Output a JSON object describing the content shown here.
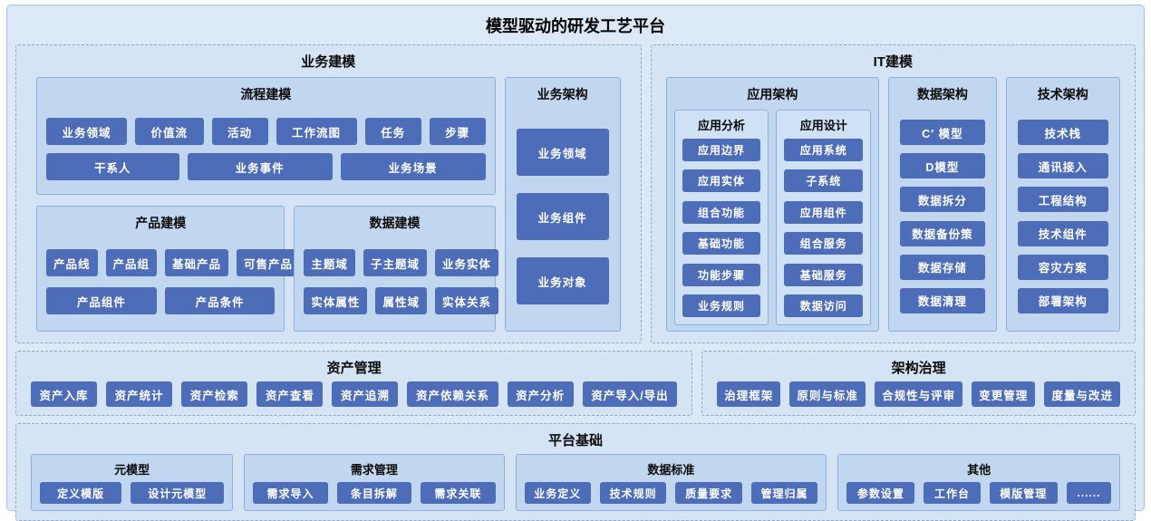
{
  "title": "模型驱动的研发工艺平台",
  "palette": {
    "block": "#4d6db8",
    "block_text": "#ffffff",
    "section_bg": "#d5e4f4",
    "group_bg": "#c1d7ef",
    "outer_bg": "#dbe9f7",
    "border": "#8ab0dd"
  },
  "business": {
    "title": "业务建模",
    "process": {
      "title": "流程建模",
      "r1": [
        "业务领域",
        "价值流",
        "活动",
        "工作流图",
        "任务",
        "步骤"
      ],
      "r2": [
        "干系人",
        "业务事件",
        "业务场景"
      ]
    },
    "product": {
      "title": "产品建模",
      "r1": [
        "产品线",
        "产品组",
        "基础产品",
        "可售产品"
      ],
      "r2": [
        "产品组件",
        "产品条件"
      ]
    },
    "datamodel": {
      "title": "数据建模",
      "r1": [
        "主题域",
        "子主题域",
        "业务实体"
      ],
      "r2": [
        "实体属性",
        "属性域",
        "实体关系"
      ]
    },
    "bizarch": {
      "title": "业务架构",
      "items": [
        "业务领域",
        "业务组件",
        "业务对象"
      ]
    }
  },
  "it": {
    "title": "IT建模",
    "apparch": {
      "title": "应用架构",
      "analysis": {
        "title": "应用分析",
        "items": [
          "应用边界",
          "应用实体",
          "组合功能",
          "基础功能",
          "功能步骤",
          "业务规则"
        ]
      },
      "design": {
        "title": "应用设计",
        "items": [
          "应用系统",
          "子系统",
          "应用组件",
          "组合服务",
          "基础服务",
          "数据访问"
        ]
      }
    },
    "dataarch": {
      "title": "数据架构",
      "items": [
        "C′ 模型",
        "D模型",
        "数据拆分",
        "数据备份策",
        "数据存储",
        "数据清理"
      ]
    },
    "techarch": {
      "title": "技术架构",
      "items": [
        "技术栈",
        "通讯接入",
        "工程结构",
        "技术组件",
        "容灾方案",
        "部署架构"
      ]
    }
  },
  "asset": {
    "title": "资产管理",
    "items": [
      "资产入库",
      "资产统计",
      "资产检索",
      "资产查看",
      "资产追溯",
      "资产依赖关系",
      "资产分析",
      "资产导入/导出"
    ]
  },
  "governance": {
    "title": "架构治理",
    "items": [
      "治理框架",
      "原则与标准",
      "合规性与评审",
      "变更管理",
      "度量与改进"
    ]
  },
  "base": {
    "title": "平台基础",
    "groups": [
      {
        "title": "元模型",
        "items": [
          "定义模版",
          "设计元模型"
        ]
      },
      {
        "title": "需求管理",
        "items": [
          "需求导入",
          "条目拆解",
          "需求关联"
        ]
      },
      {
        "title": "数据标准",
        "items": [
          "业务定义",
          "技术规则",
          "质量要求",
          "管理归属"
        ]
      },
      {
        "title": "其他",
        "items": [
          "参数设置",
          "工作台",
          "模版管理",
          "......"
        ]
      }
    ]
  }
}
